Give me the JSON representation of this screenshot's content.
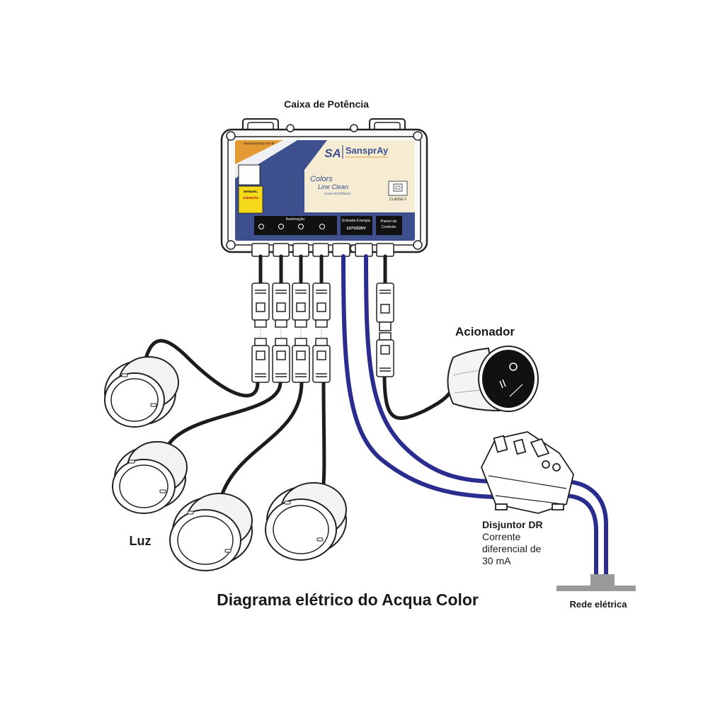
{
  "title": "Diagrama elétrico do Acqua Color",
  "labels": {
    "power_box": "Caixa de Potência",
    "actuator": "Acionador",
    "lights": "Luz",
    "breaker_title": "Disjuntor DR",
    "breaker_line1": "Corrente",
    "breaker_line2": "diferencial de",
    "breaker_line3": "30 mA",
    "grid": "Rede elétrica"
  },
  "box_panel": {
    "website": "www.sanspray.com.br",
    "brand": "SansprAy",
    "brand_short": "SA",
    "product_line1": "Colors",
    "product_line2": "Line Clean",
    "product_sub": "CAIXA POTÊNCIA",
    "manual": "MANUAL",
    "warning": "ATENÇÃO",
    "class_label": "CLASSE II",
    "illumination": "Iluminação",
    "energy_input": "Entrada Energia",
    "voltage": "127V/220V",
    "control_panel_1": "Painel de",
    "control_panel_2": "Controle"
  },
  "colors": {
    "cable_black": "#1c1c1c",
    "cable_blue": "#2b2d8e",
    "panel_cream": "#f5ecd3",
    "panel_blue": "#3d4f8c",
    "panel_orange": "#e39a33",
    "panel_black": "#111111"
  }
}
